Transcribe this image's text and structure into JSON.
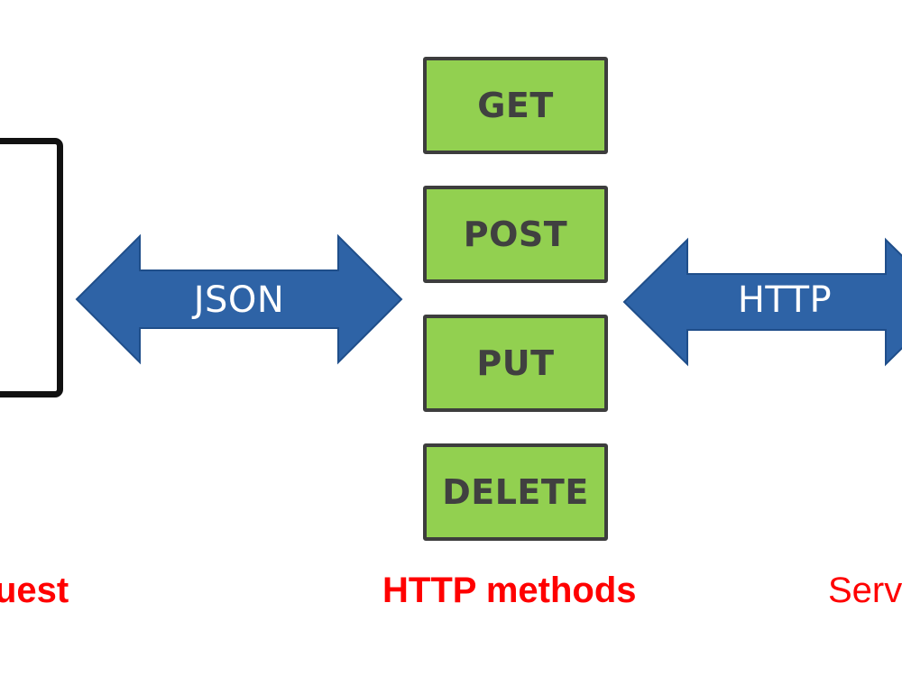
{
  "colors": {
    "arrow_fill": "#2e63a6",
    "arrow_stroke": "#1f4e8a",
    "method_fill": "#92d050",
    "method_border": "#3d3d3d",
    "method_text": "#404040",
    "caption_red": "#ff0000",
    "device_border": "#111111"
  },
  "arrows": {
    "left_label": "JSON",
    "right_label": "HTTP"
  },
  "methods": [
    {
      "label": "GET"
    },
    {
      "label": "POST"
    },
    {
      "label": "PUT"
    },
    {
      "label": "DELETE"
    }
  ],
  "captions": {
    "left": "uest",
    "center": "HTTP methods",
    "right": "Serv"
  }
}
